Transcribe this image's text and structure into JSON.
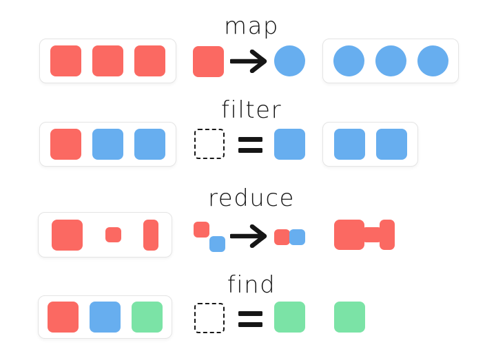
{
  "palette": {
    "red": "#FB6962",
    "blue": "#67AEEF",
    "green": "#7BE3A6",
    "ink": "#161616",
    "box_border": "#E4E4E4",
    "box_background": "#FFFFFF"
  },
  "rows": [
    {
      "label": "map",
      "operation_symbol": "arrow",
      "input_items": [
        {
          "shape": "square",
          "color": "red"
        },
        {
          "shape": "square",
          "color": "red"
        },
        {
          "shape": "square",
          "color": "red"
        }
      ],
      "op_lhs": [
        {
          "shape": "square",
          "color": "red"
        }
      ],
      "op_rhs": [
        {
          "shape": "circle",
          "color": "blue"
        }
      ],
      "output_items": [
        {
          "shape": "circle",
          "color": "blue"
        },
        {
          "shape": "circle",
          "color": "blue"
        },
        {
          "shape": "circle",
          "color": "blue"
        }
      ]
    },
    {
      "label": "filter",
      "operation_symbol": "equals",
      "input_items": [
        {
          "shape": "square",
          "color": "red"
        },
        {
          "shape": "square",
          "color": "blue"
        },
        {
          "shape": "square",
          "color": "blue"
        }
      ],
      "op_lhs": [
        {
          "shape": "dashed"
        }
      ],
      "op_rhs": [
        {
          "shape": "square",
          "color": "blue"
        }
      ],
      "output_items": [
        {
          "shape": "square",
          "color": "blue"
        },
        {
          "shape": "square",
          "color": "blue"
        }
      ]
    },
    {
      "label": "reduce",
      "operation_symbol": "arrow",
      "input_items": [
        {
          "shape": "square",
          "color": "red"
        },
        {
          "shape": "small",
          "color": "red"
        },
        {
          "shape": "tall",
          "color": "red"
        }
      ],
      "op_lhs": [
        {
          "shape": "mini",
          "color": "red",
          "pos": "tl"
        },
        {
          "shape": "mini",
          "color": "blue",
          "pos": "br"
        }
      ],
      "op_rhs": [
        {
          "shape": "mini",
          "color": "red"
        },
        {
          "shape": "mini",
          "color": "blue"
        }
      ],
      "output_items": [
        {
          "shape": "merge-big",
          "color": "red"
        },
        {
          "shape": "merge-mid",
          "color": "red"
        },
        {
          "shape": "merge-tall",
          "color": "red"
        }
      ]
    },
    {
      "label": "find",
      "operation_symbol": "equals",
      "input_items": [
        {
          "shape": "square",
          "color": "red"
        },
        {
          "shape": "square",
          "color": "blue"
        },
        {
          "shape": "square",
          "color": "green"
        }
      ],
      "op_lhs": [
        {
          "shape": "dashed"
        }
      ],
      "op_rhs": [
        {
          "shape": "square",
          "color": "green"
        }
      ],
      "output_items": [
        {
          "shape": "square",
          "color": "green"
        }
      ]
    }
  ]
}
